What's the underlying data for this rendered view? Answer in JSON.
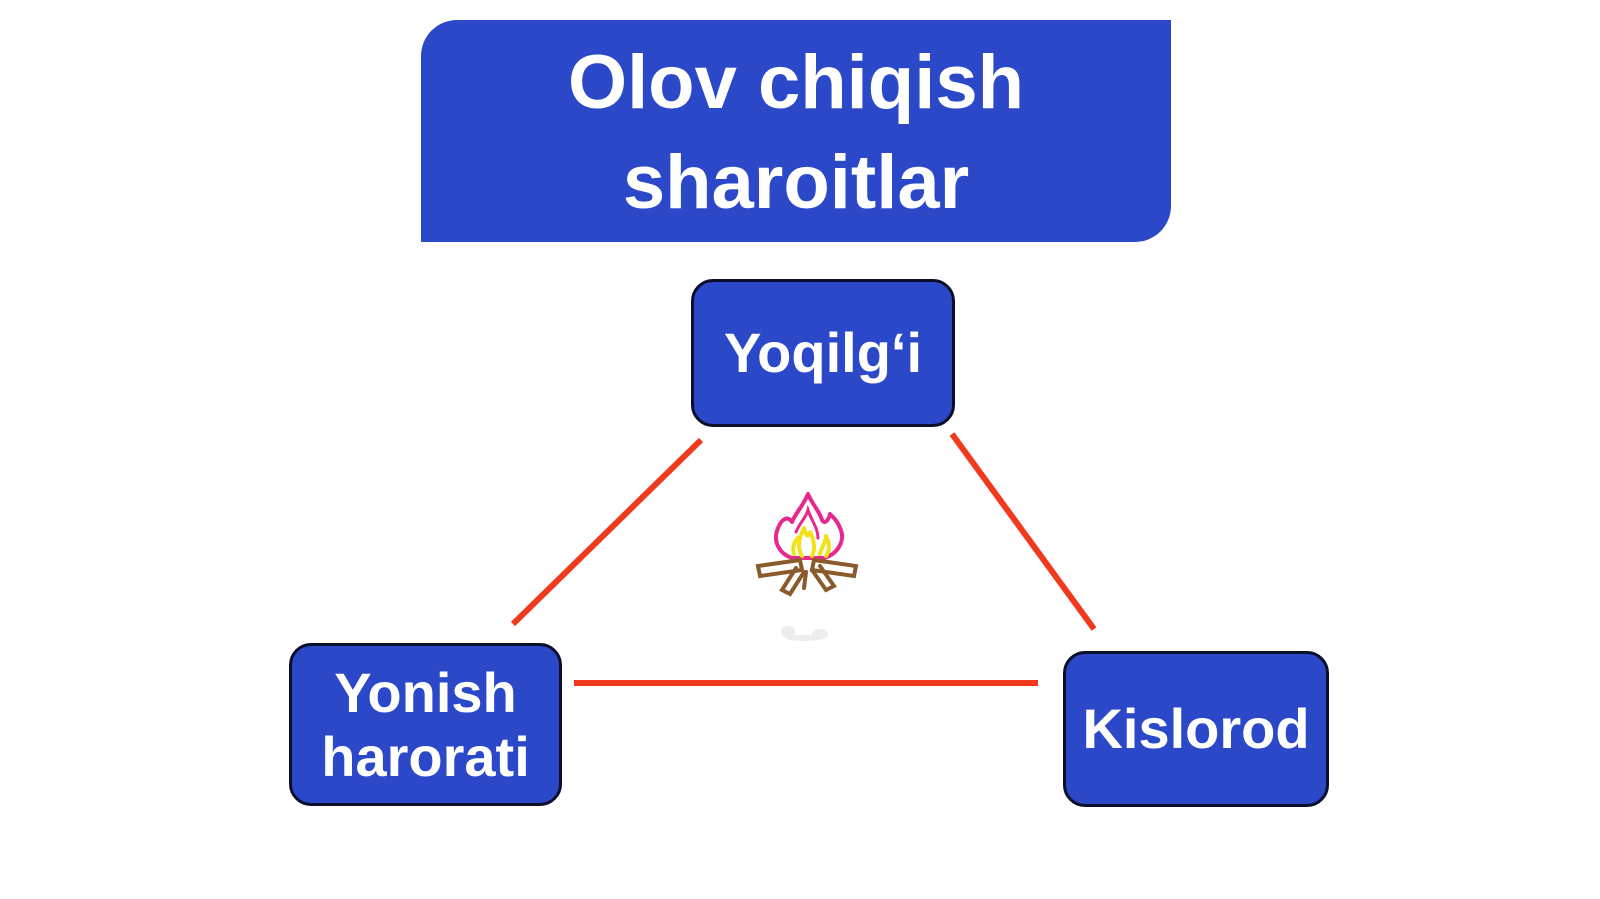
{
  "title": {
    "line1": "Olov chiqish",
    "line2": "sharoitlar"
  },
  "nodes": {
    "top": {
      "label": "Yoqilg‘i"
    },
    "left": {
      "line1": "Yonish",
      "line2": "harorati"
    },
    "right": {
      "label": "Kislorod"
    }
  },
  "icon": "campfire-icon",
  "colors": {
    "box_fill": "#2b48c8",
    "box_border": "#0b0f2a",
    "text": "#ffffff",
    "connector": "#f03a1e",
    "flame_outer": "#e8288c",
    "flame_inner": "#f3e21a",
    "wood": "#8a5a2a"
  }
}
